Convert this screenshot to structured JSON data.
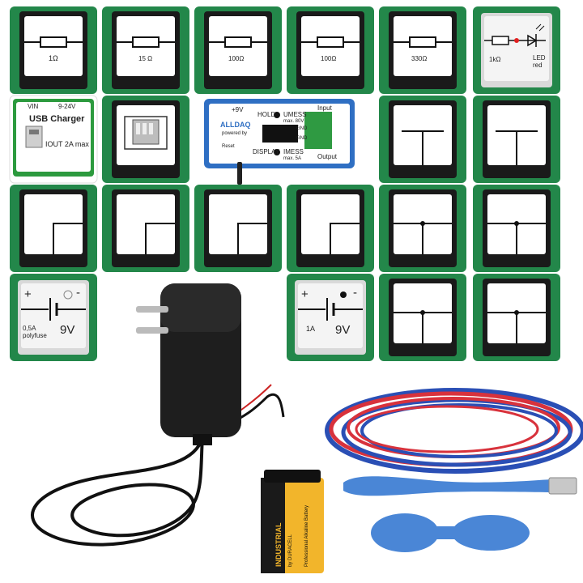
{
  "resistors": [
    {
      "value": "1Ω"
    },
    {
      "value": "15 Ω"
    },
    {
      "value": "100Ω"
    },
    {
      "value": "100Ω"
    },
    {
      "value": "330Ω"
    }
  ],
  "led_brick": {
    "resistor": "1kΩ",
    "led_line1": "LED",
    "led_line2": "red"
  },
  "usb_charger": {
    "vin": "VIN",
    "range": "9-24V",
    "title": "USB Charger",
    "iout": "IOUT 2A max"
  },
  "alldaq": {
    "plus9v": "+9V",
    "hold": "HOLD",
    "umess": "UMESS",
    "umax": "max. 80V",
    "brand": "ALLDAQ",
    "input": "Input",
    "gnd1": "GND",
    "gnd2": "GND",
    "display": "DISPLAY",
    "imess": "IMESS",
    "imax": "max. 5A",
    "output": "Output",
    "reset": "Reset",
    "powered": "powered by"
  },
  "battery_brick_1": {
    "fuse": "0,5A",
    "fuse2": "polyfuse",
    "volt": "9V"
  },
  "battery_brick_2": {
    "amp": "1A",
    "volt": "9V"
  },
  "battery": {
    "brand": "INDUSTRIAL",
    "sub": "by DURACELL",
    "type": "Professional Alkaline Battery"
  },
  "colors": {
    "green": "#1f8a3a",
    "white": "#ffffff",
    "black": "#1a1a1a",
    "blue": "#2f6fc3",
    "fan": "#4a86d6",
    "wire_red": "#d8323c",
    "wire_blue": "#2a4fb5"
  }
}
